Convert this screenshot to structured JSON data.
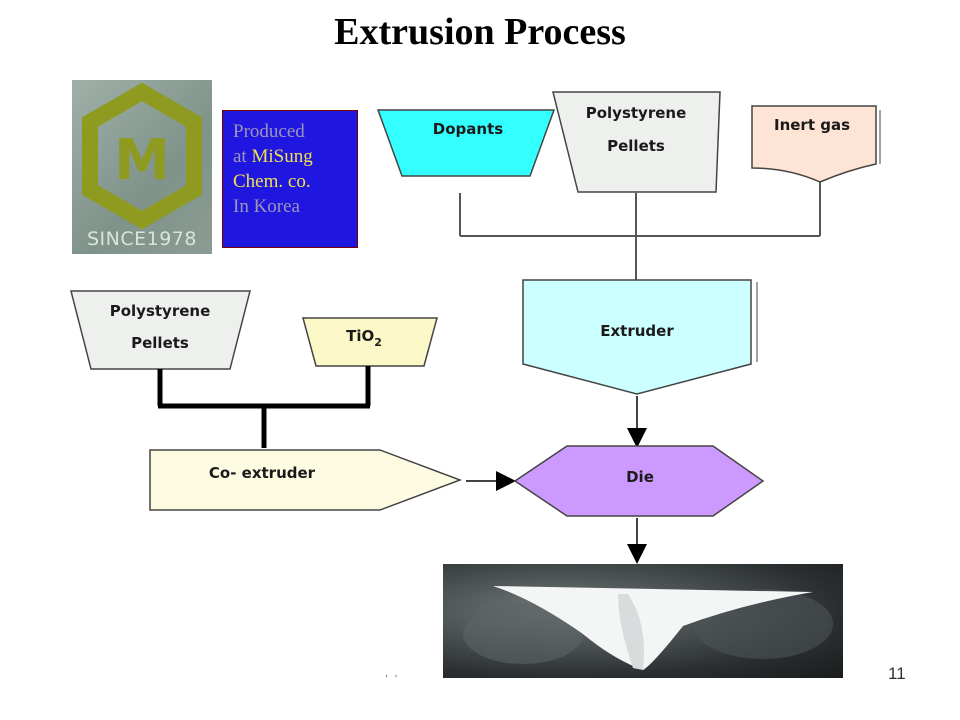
{
  "title": "Extrusion Process",
  "logo": {
    "caption": "SINCE1978",
    "icon": "misung-m-logo",
    "color": "#8f9a20"
  },
  "produced_box": {
    "line1": "Produced",
    "line2_a": "at ",
    "line2_b": "MiSung",
    "line3": "Chem. co.",
    "line4": "In Korea"
  },
  "nodes": {
    "dopants": "Dopants",
    "polystyrene_main_1": "Polystyrene",
    "polystyrene_main_2": "Pellets",
    "inert_gas": "Inert gas",
    "extruder": "Extruder",
    "polystyrene_side_1": "Polystyrene",
    "polystyrene_side_2": "Pellets",
    "tio2_base": "TiO",
    "tio2_sub": "2",
    "co_extruder": "Co- extruder",
    "die": "Die"
  },
  "colors": {
    "dopants": "#33ffff",
    "polystyrene": "#eef0ee",
    "inert_gas": "#fde4d4",
    "extruder": "#ccffff",
    "tio2": "#fdf8c8",
    "co_extruder": "#fdfbe2",
    "die": "#cc99ff"
  },
  "footer": {
    "faint_text": ", ,",
    "page_number": "11"
  }
}
